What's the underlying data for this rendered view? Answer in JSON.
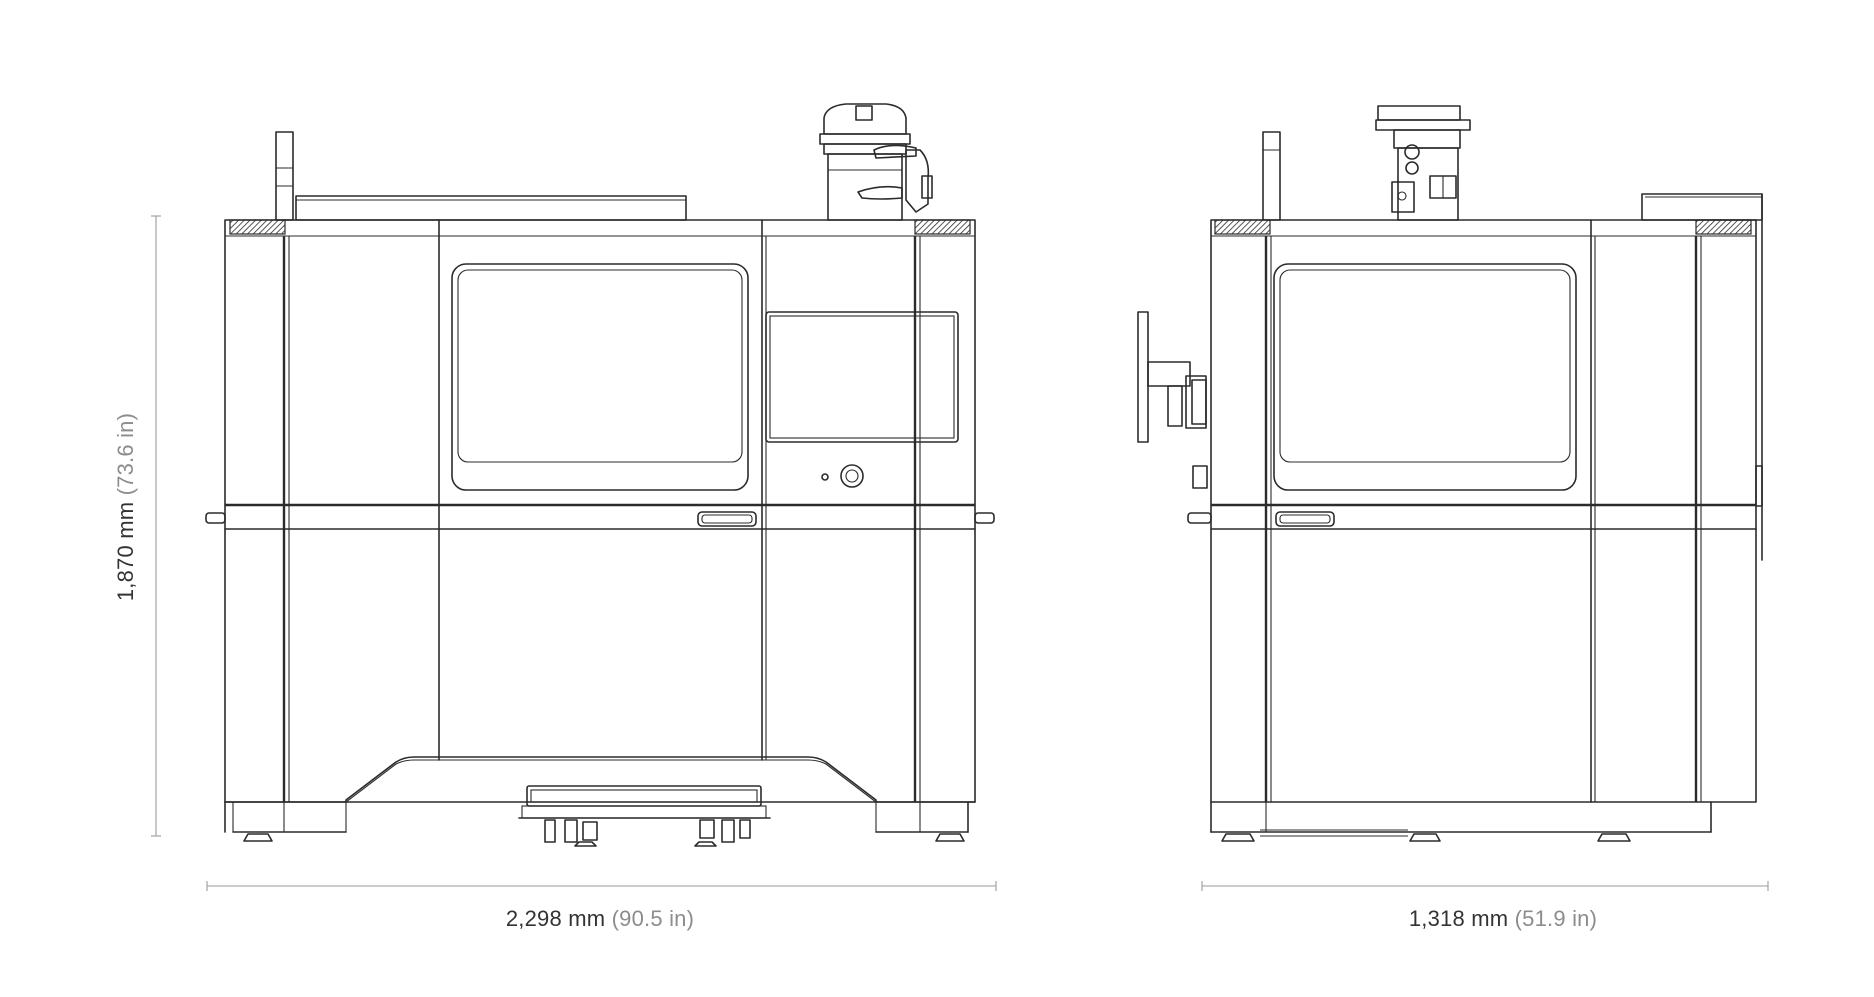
{
  "dimensions": {
    "height": {
      "metric": "1,870 mm",
      "imperial": "(73.6 in)"
    },
    "width_front": {
      "metric": "2,298 mm",
      "imperial": "(90.5 in)"
    },
    "depth_side": {
      "metric": "1,318 mm",
      "imperial": "(51.9 in)"
    }
  },
  "views": [
    "front-view",
    "side-view"
  ],
  "colors": {
    "line": "#2b2b2b",
    "dimension_line": "#9a9a9a",
    "label": "#333333",
    "label_secondary": "#8c8c8c",
    "background": "#ffffff"
  }
}
